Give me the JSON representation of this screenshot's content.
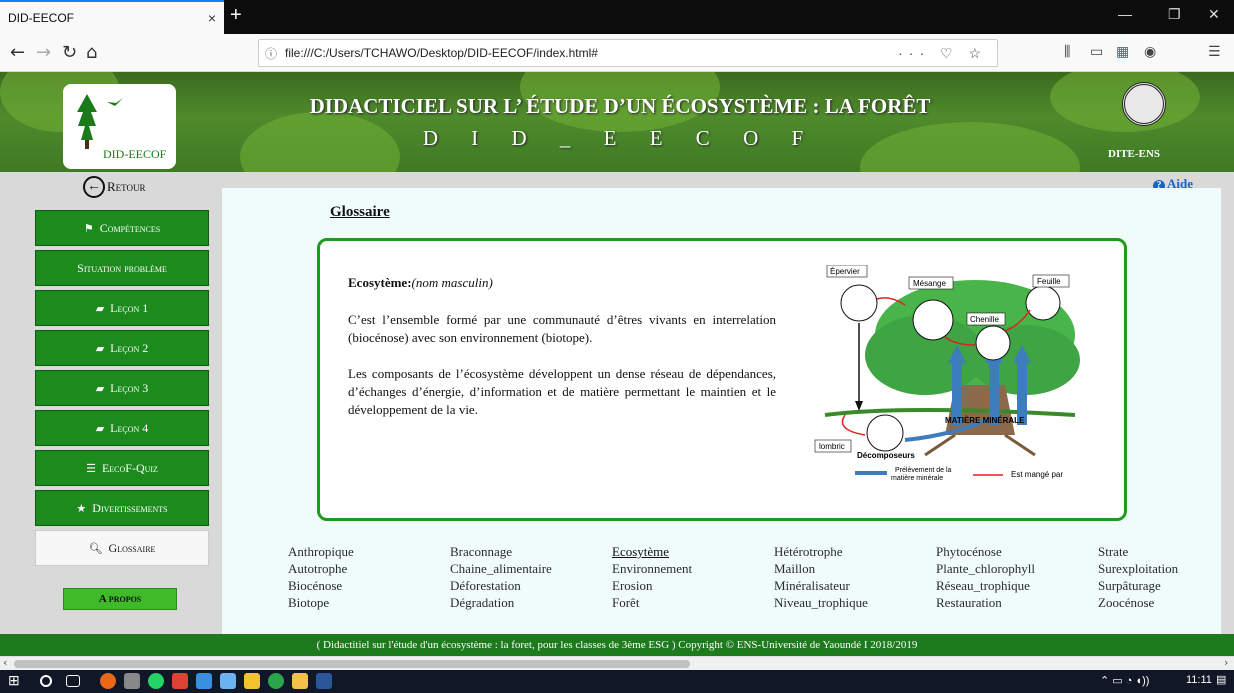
{
  "browser": {
    "tab_title": "DID-EECOF",
    "tab_close": "×",
    "new_tab": "+",
    "url": "file:///C:/Users/TCHAWO/Desktop/DID-EECOF/index.html#",
    "url_actions": "··· ♡ ☆"
  },
  "banner": {
    "logo_text": "DID-EECOF",
    "title": "DIDACTICIEL SUR L’ ÉTUDE D’UN ÉCOSYSTÈME : LA FORÊT",
    "subtitle": "D I D _ E E C O F",
    "right_label": "DITE-ENS"
  },
  "nav": {
    "back": "Retour",
    "help": "Aide"
  },
  "menu": {
    "competences": "Compétences",
    "situation": "Situation problème",
    "lecon1": "Leçon 1",
    "lecon2": "Leçon 2",
    "lecon3": "Leçon 3",
    "lecon4": "Leçon 4",
    "quiz": "EecoF-Quiz",
    "divertissements": "Divertissements",
    "glossaire": "Glossaire",
    "apropos": "A propos"
  },
  "glossary": {
    "heading": "Glossaire",
    "term": "Ecosytème:",
    "gender": "(nom masculin)",
    "def1": "C’est l’ensemble formé par une communauté d’êtres vivants en interrelation (biocénose) avec son environnement (biotope).",
    "def2": "Les composants de l’écosystème développent un dense réseau de dépendances, d’échanges d’énergie, d’information et de matière permettant le maintien et le développement de la vie.",
    "diagram": {
      "epervier": "Épervier",
      "mesange": "Mésange",
      "feuille": "Feuille",
      "chenille": "Chenille",
      "lombric": "lombric",
      "decomposeurs": "Décomposeurs",
      "matiere": "MATIÈRE MINÉRALE",
      "legend1": "Prélèvement de la",
      "legend1b": "matière minérale",
      "legend2": "Est mangé par"
    },
    "terms": [
      [
        "Anthropique",
        "Autotrophe",
        "Biocénose",
        "Biotope"
      ],
      [
        "Braconnage",
        "Chaine_alimentaire",
        "Déforestation",
        "Dégradation"
      ],
      [
        "Ecosytème",
        "Environnement",
        "Erosion",
        "Forêt"
      ],
      [
        "Hétérotrophe",
        "Maillon",
        "Minéralisateur",
        "Niveau_trophique"
      ],
      [
        "Phytocénose",
        "Plante_chlorophyll",
        "Réseau_trophique",
        "Restauration"
      ],
      [
        "Strate",
        "Surexploitation",
        "Surpâturage",
        "Zoocénose"
      ]
    ]
  },
  "footer": "( Didactitiel sur l'étude d'un écosystème : la foret, pour les classes de 3ème ESG ) Copyright © ENS-Université de Yaoundé I 2018/2019",
  "taskbar": {
    "clock": "11:11"
  }
}
